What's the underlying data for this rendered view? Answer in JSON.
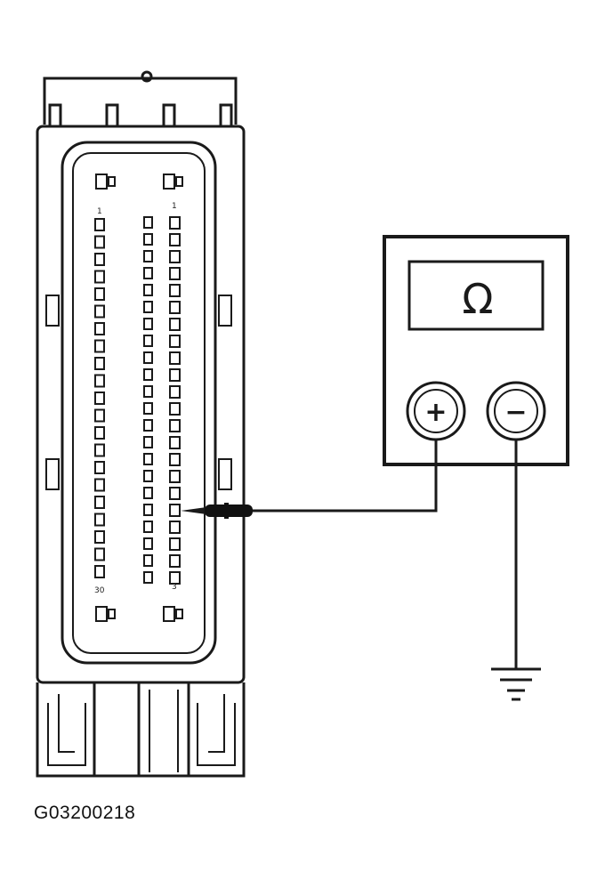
{
  "figure_id": "G03200218",
  "meter": {
    "display_symbol": "Ω",
    "positive_terminal": "+",
    "negative_terminal": "−"
  },
  "connector": {
    "corner_labels": {
      "top_left": "1",
      "top_right": "1",
      "bottom_left": "30",
      "bottom_right": "3"
    }
  },
  "colors": {
    "line": "#1a1a1a",
    "background": "#ffffff"
  }
}
